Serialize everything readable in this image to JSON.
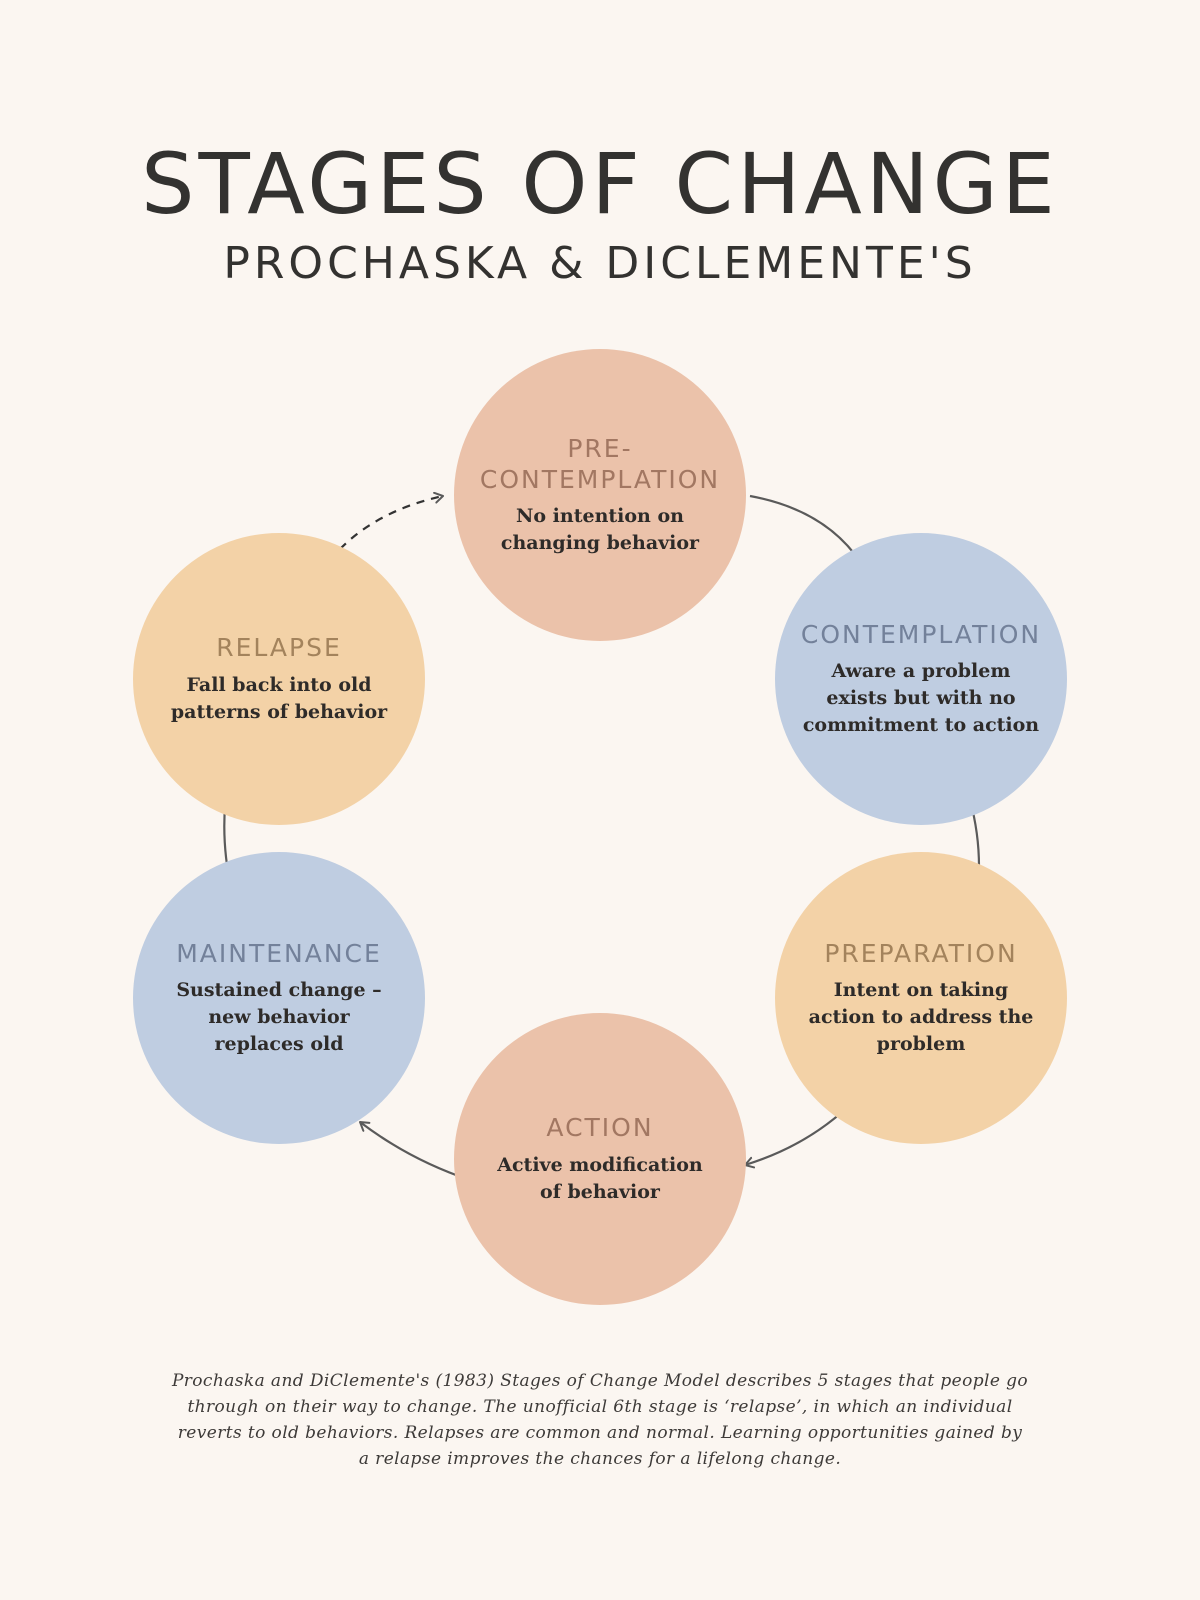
{
  "header": {
    "title": "STAGES OF CHANGE",
    "subtitle": "PROCHASKA & DICLEMENTE'S"
  },
  "stages": [
    {
      "id": "precontemplation",
      "name": "PRE-\nCONTEMPLATION",
      "description": "No intention on\nchanging behavior",
      "color": "#ebc2aa"
    },
    {
      "id": "contemplation",
      "name": "CONTEMPLATION",
      "description": "Aware a problem\nexists but with no\ncommitment to action",
      "color": "#bfcde1"
    },
    {
      "id": "preparation",
      "name": "PREPARATION",
      "description": "Intent on taking\naction to address the\nproblem",
      "color": "#f3d2a7"
    },
    {
      "id": "action",
      "name": "ACTION",
      "description": "Active modification\nof behavior",
      "color": "#ebc2aa"
    },
    {
      "id": "maintenance",
      "name": "MAINTENANCE",
      "description": "Sustained change –\nnew behavior\nreplaces old",
      "color": "#bfcde1"
    },
    {
      "id": "relapse",
      "name": "RELAPSE",
      "description": "Fall back into old\npatterns of behavior",
      "color": "#f3d2a7"
    }
  ],
  "caption": "Prochaska and DiClemente's (1983) Stages of Change Model describes 5 stages that people go through on their way to change. The unofficial 6th stage is ‘relapse’, in which an individual reverts to old behaviors. Relapses are common and normal. Learning opportunities gained by a relapse improves the chances for a lifelong change.",
  "colors": {
    "background": "#fbf6f1",
    "arrow": "#5a5a5a"
  }
}
